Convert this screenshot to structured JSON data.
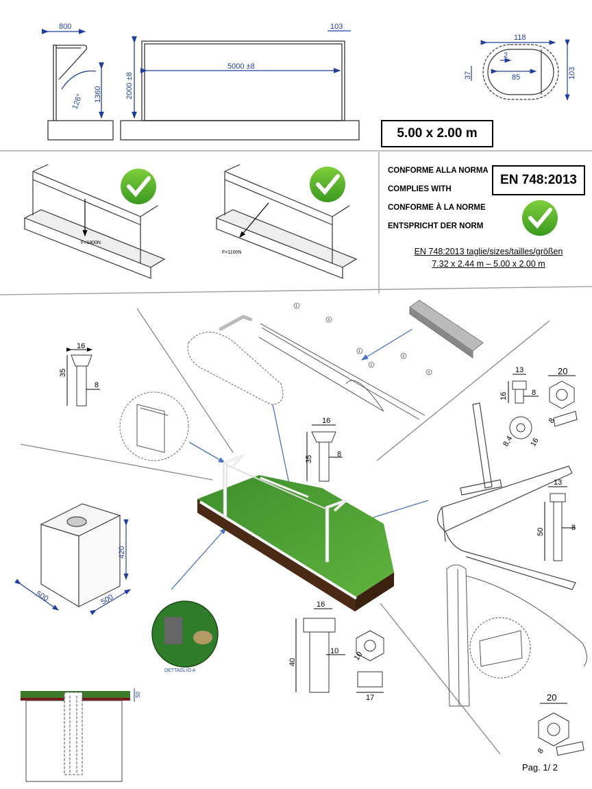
{
  "top": {
    "side_dims": {
      "depth": "800",
      "angle": "126°",
      "height": "1360"
    },
    "front_dims": {
      "height": "2000 ±8",
      "width": "5000 ±8",
      "post": "103"
    },
    "profile_dims": {
      "width": "118",
      "gap": "2",
      "inner": "85",
      "left": "37",
      "height": "103"
    },
    "size_label": "5.00 x 2.00 m"
  },
  "tests": {
    "force_vertical": "F=1800N",
    "force_horizontal": "F=1100N"
  },
  "norm": {
    "lines": [
      "CONFORME ALLA NORMA",
      "COMPLIES WITH",
      "CONFORME À LA NORME",
      "ENTSPRICHT DER NORM"
    ],
    "standard": "EN 748:2013",
    "sizes_line1": "EN 748:2013 taglie/sizes/tailles/größen",
    "sizes_line2": "7.32 x 2.44 m – 5.00 x 2.00 m"
  },
  "parts": {
    "screw_a": {
      "head": "16",
      "length": "35",
      "shank": "8"
    },
    "screw_b": {
      "head": "16",
      "length": "35",
      "shank": "8"
    },
    "bolt_right": {
      "head": "13",
      "length": "16",
      "shank": "8",
      "nut": "20",
      "nut_d": "8",
      "washer_d": "8,4",
      "washer_o": "16"
    },
    "bolt_50": {
      "head": "13",
      "length": "50",
      "shank": "8"
    },
    "bolt_40": {
      "head": "16",
      "length": "40",
      "shank": "10",
      "nut_d": "10",
      "nut_w": "17"
    },
    "nut_bottom": {
      "width": "20",
      "d": "8"
    },
    "foundation": {
      "height": "420",
      "w1": "500",
      "w2": "500"
    },
    "section_h": "50",
    "callouts": [
      "1",
      "1",
      "2",
      "2",
      "2",
      "3"
    ]
  },
  "detail_label": "DETTAGLIO A",
  "page_label": "Pag. 1/ 2"
}
